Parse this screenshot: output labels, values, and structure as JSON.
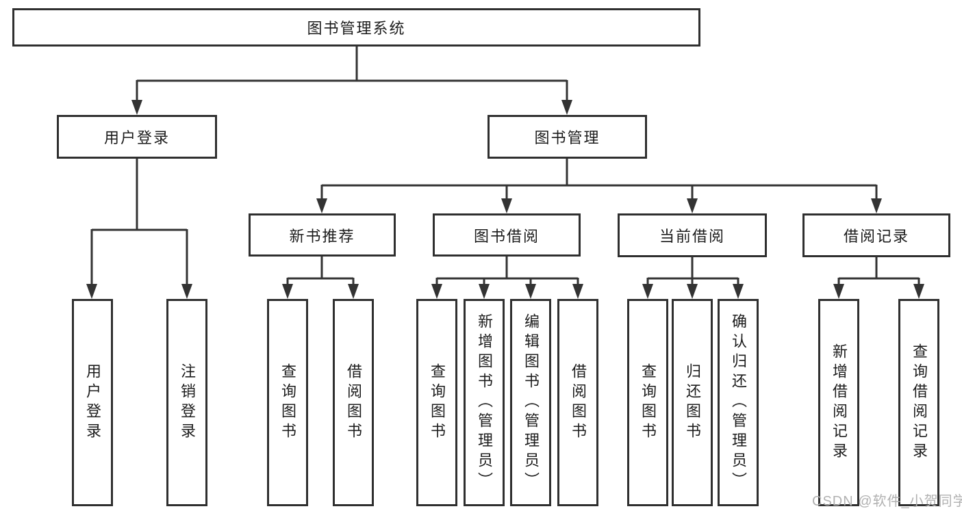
{
  "diagram": {
    "watermark": "CSDN @软件_小贺同学",
    "colors": {
      "line": "#333333",
      "box_border": "#2f2f2f",
      "box_fill": "#ffffff",
      "text": "#1c1c1c",
      "watermark_text": "#b1b1b1"
    },
    "nodes": {
      "root": {
        "label": "图书管理系统",
        "children": [
          "用户登录",
          "图书管理"
        ]
      },
      "level2": [
        {
          "label": "用户登录",
          "children": [
            "用户登录",
            "注销登录"
          ]
        },
        {
          "label": "图书管理",
          "children": [
            "新书推荐",
            "图书借阅",
            "当前借阅",
            "借阅记录"
          ]
        }
      ],
      "level3": [
        {
          "label": "新书推荐",
          "children": [
            "查询图书",
            "借阅图书"
          ]
        },
        {
          "label": "图书借阅",
          "children": [
            "查询图书",
            "新增图书（管理员）",
            "编辑图书（管理员）",
            "借阅图书"
          ]
        },
        {
          "label": "当前借阅",
          "children": [
            "查询图书",
            "归还图书",
            "确认归还（管理员）"
          ]
        },
        {
          "label": "借阅记录",
          "children": [
            "新增借阅记录",
            "查询借阅记录"
          ]
        }
      ],
      "leaves": [
        "用户登录",
        "注销登录",
        "查询图书",
        "借阅图书",
        "查询图书",
        "新增图书（管理员）",
        "编辑图书（管理员）",
        "借阅图书",
        "查询图书",
        "归还图书",
        "确认归还（管理员）",
        "新增借阅记录",
        "查询借阅记录"
      ]
    }
  }
}
